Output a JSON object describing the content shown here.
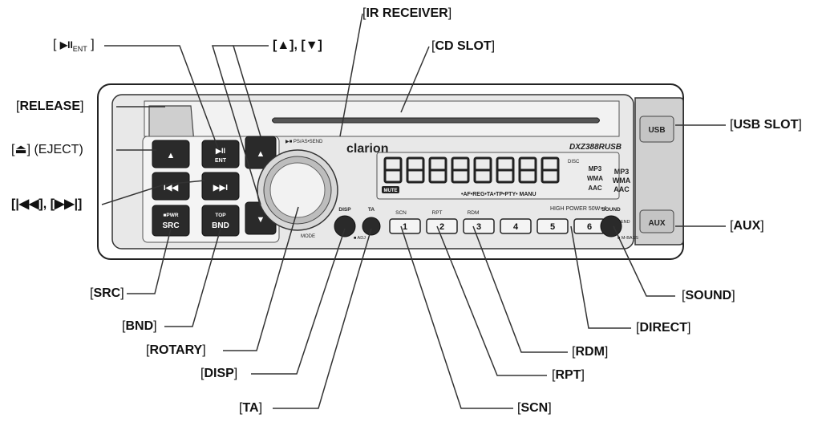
{
  "labels": {
    "ir_receiver": "IR RECEIVER",
    "cd_slot": "CD SLOT",
    "play_pause": "▶II",
    "play_pause_sub": "ENT",
    "up_down": "[▲], [▼]",
    "release": "RELEASE",
    "eject": "[⏏] (EJECT)",
    "usb_slot": "USB SLOT",
    "prev_next": "[|◀◀], [▶▶|]",
    "aux": "AUX",
    "src": "SRC",
    "bnd": "BND",
    "rotary": "ROTARY",
    "disp": "DISP",
    "ta": "TA",
    "sound": "SOUND",
    "direct": "DIRECT",
    "rdm": "RDM",
    "rpt": "RPT",
    "scn": "SCN"
  },
  "device": {
    "brand": "clarion",
    "model": "DXZ388RUSB",
    "power": "HIGH POWER 50W×4",
    "usb": "USB",
    "aux": "AUX",
    "formats": [
      "MP3",
      "WMA",
      "AAC"
    ],
    "disc_label": "DISC",
    "mute": "MUTE",
    "features": "•AF•REG•TA•TP•PTY• MANU",
    "ps_as_send": "▶■ PS/AS•SEND",
    "mode": "MODE",
    "disp_sub": "■ ADJ",
    "sound_end": "END",
    "sound_sub": "■ M-BASS",
    "buttons": {
      "eject": "▲",
      "play": "▶II",
      "play_sub": "ENT",
      "up": "▲",
      "prev": "I◀◀",
      "next": "▶▶I",
      "down": "▼",
      "src_top": "■PWR",
      "src": "SRC",
      "bnd_top": "TOP",
      "bnd": "BND",
      "disp": "DISP",
      "ta": "TA",
      "sound": "SOUND"
    },
    "presets": [
      "1",
      "2",
      "3",
      "4",
      "5",
      "6"
    ],
    "preset_tags": [
      "SCN",
      "RPT",
      "RDM"
    ]
  }
}
